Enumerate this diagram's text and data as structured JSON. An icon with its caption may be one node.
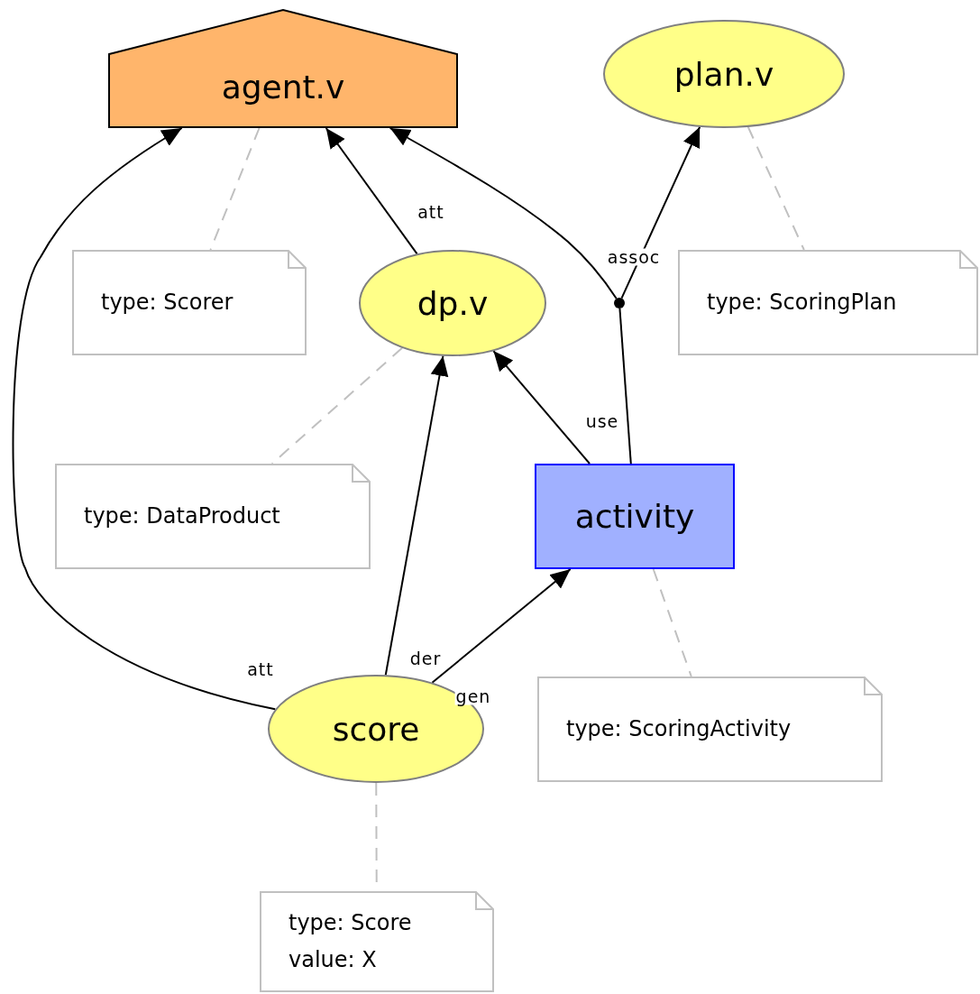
{
  "diagram": {
    "nodes": [
      {
        "text": [
          "agent.v"
        ]
      },
      {
        "text": [
          "plan.v"
        ]
      },
      {
        "text": [
          "type: Scorer"
        ]
      },
      {
        "text": [
          "dp.v"
        ]
      },
      {
        "text": [],
        "shape": "circle"
      },
      {
        "text": [
          "type: ScoringPlan"
        ]
      },
      {
        "text": [
          "type: DataProduct"
        ]
      },
      {
        "text": [
          "activity"
        ]
      },
      {
        "text": [
          "score"
        ]
      },
      {
        "text": [
          "type: ScoringActivity"
        ]
      },
      {
        "text": [
          "type: Score",
          "value: X"
        ]
      }
    ],
    "edges": [
      {
        "from": 3,
        "to": 0,
        "arrow": "to",
        "label": "att"
      },
      {
        "from": 8,
        "to": 0,
        "arrow": "to",
        "label": "att"
      },
      {
        "from": 8,
        "to": 3,
        "arrow": "to",
        "label": "der"
      },
      {
        "from": 8,
        "to": 7,
        "arrow": "to",
        "label": "gen"
      },
      {
        "from": 7,
        "to": 3,
        "arrow": "to",
        "label": "use"
      },
      {
        "from": 7,
        "to": 4,
        "arrow": "none"
      },
      {
        "from": 4,
        "to": 0,
        "arrow": "to",
        "label": "assoc"
      },
      {
        "from": 4,
        "to": 1,
        "arrow": "to"
      },
      {
        "from": 0,
        "to": 2,
        "arrow": "none",
        "style": "dashed",
        "color": "#c0c0c0"
      },
      {
        "from": 1,
        "to": 5,
        "arrow": "none",
        "style": "dashed",
        "color": "#c0c0c0"
      },
      {
        "from": 3,
        "to": 6,
        "arrow": "none",
        "style": "dashed",
        "color": "#c0c0c0"
      },
      {
        "from": 7,
        "to": 9,
        "arrow": "none",
        "style": "dashed",
        "color": "#c0c0c0"
      },
      {
        "from": 8,
        "to": 10,
        "arrow": "none",
        "style": "dashed",
        "color": "#c0c0c0"
      }
    ]
  }
}
